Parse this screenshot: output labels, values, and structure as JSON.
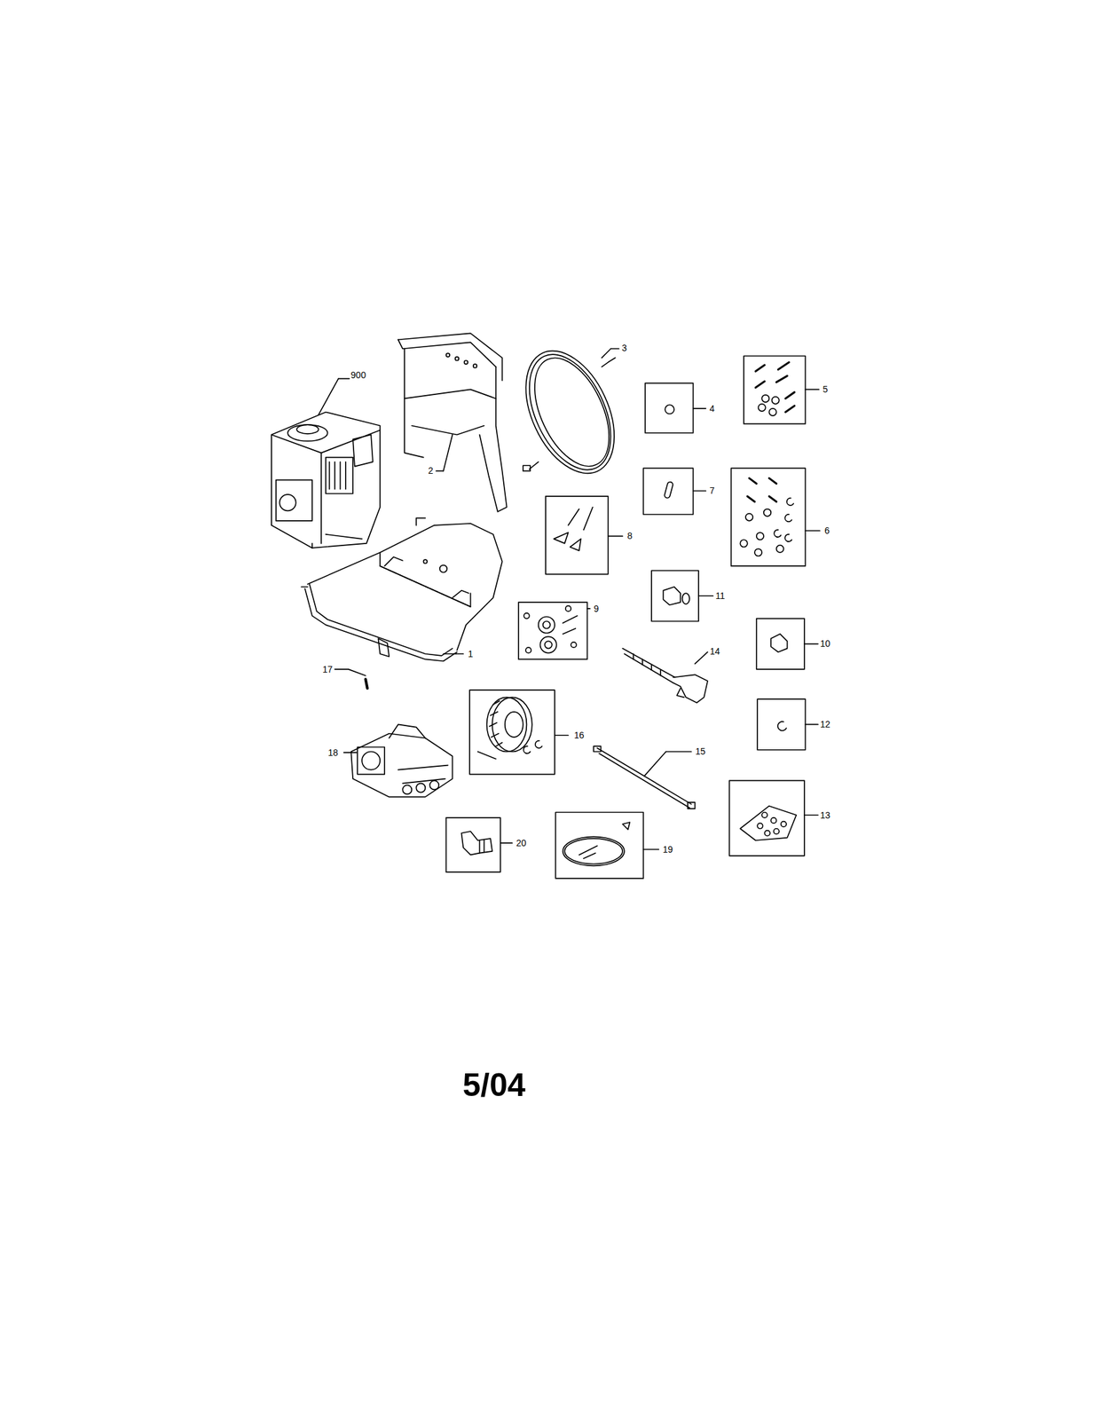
{
  "diagram": {
    "labels": [
      "900",
      "3",
      "2",
      "4",
      "5",
      "7",
      "6",
      "8",
      "1",
      "11",
      "9",
      "14",
      "10",
      "17",
      "18",
      "16",
      "12",
      "15",
      "13",
      "20",
      "19",
      "5/04"
    ]
  }
}
